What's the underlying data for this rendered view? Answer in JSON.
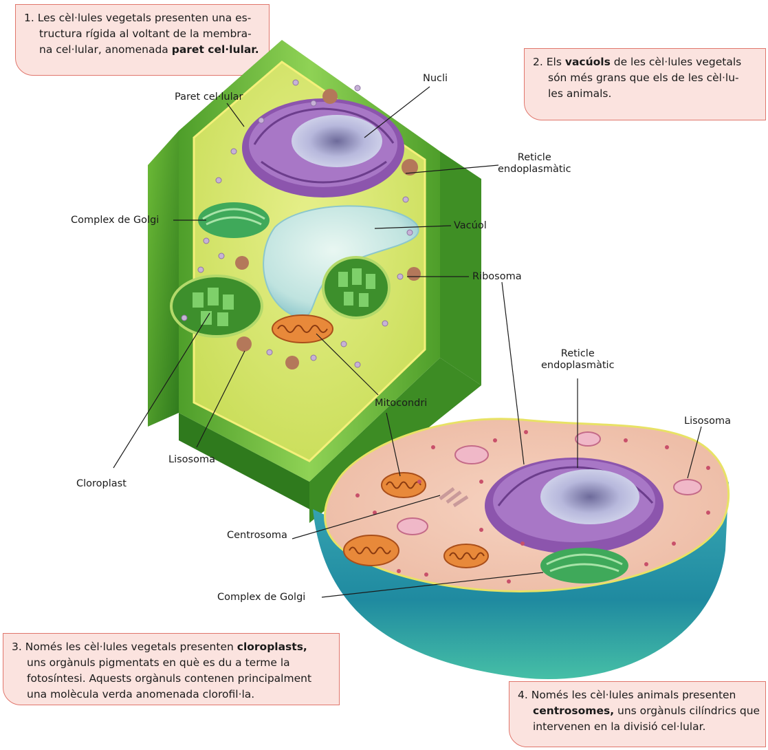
{
  "notes": [
    {
      "number": "1.",
      "lines": [
        "Les cèl·lules vegetals presenten una es-",
        "tructura rígida al voltant de la membra-",
        "na cel·lular, anomenada "
      ],
      "bold": "paret cel·lular.",
      "tail": ""
    },
    {
      "number": "2.",
      "prefix": "Els ",
      "bold": "vacúols",
      "lines": [
        " de les cèl·lules vegetals",
        "són més grans que els de les cèl·lu-",
        "les animals."
      ]
    },
    {
      "number": "3.",
      "prefix": "Només les cèl·lules vegetals presenten ",
      "bold": "cloroplasts,",
      "lines": [
        "uns orgànuls pigmentats en què es du a terme la",
        "fotosíntesi. Aquests orgànuls contenen principalment",
        "una molècula verda anomenada clorofil·la."
      ]
    },
    {
      "number": "4.",
      "prefix": "Només les cèl·lules animals presenten",
      "bold": "centrosomes,",
      "lines": [
        " uns orgànuls cilíndrics que",
        "intervenen en la divisió cel·lular."
      ]
    }
  ],
  "labels": {
    "paret": "Paret cel·lular",
    "nucli": "Nucli",
    "reticle_plant_1": "Reticle",
    "reticle_plant_2": "endoplasmàtic",
    "golgi_plant": "Complex de Golgi",
    "vacuol": "Vacúol",
    "ribosoma": "Ribosoma",
    "reticle_animal_1": "Reticle",
    "reticle_animal_2": "endoplasmàtic",
    "mitocondri": "Mitocondri",
    "lisosoma_plant": "Lisosoma",
    "lisosoma_animal": "Lisosoma",
    "cloroplast": "Cloroplast",
    "centrosoma": "Centrosoma",
    "golgi_animal": "Complex de Golgi"
  },
  "colors": {
    "note_bg": "#fbe3df",
    "note_border": "#e0756b",
    "cell_wall": "#6fbf3c",
    "plant_cytoplasm": "#d9e86a",
    "animal_cytoplasm": "#f2c4b0",
    "animal_membrane": "#2f9fb0",
    "nucleus": "#9b6bb8",
    "chloroplast": "#5cb84a",
    "mitochondrion": "#e8893a",
    "vacuole": "#bfe3e6"
  }
}
